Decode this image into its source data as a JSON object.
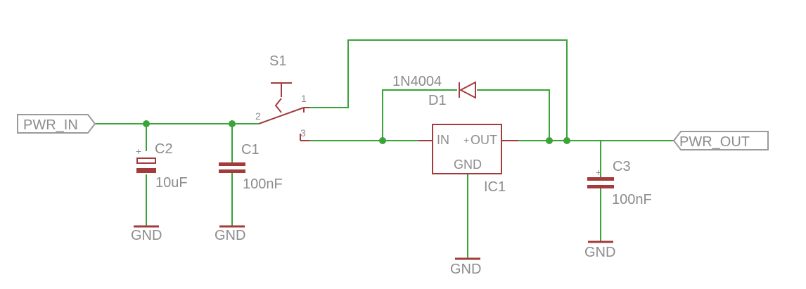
{
  "ports": {
    "in": "PWR_IN",
    "out": "PWR_OUT"
  },
  "switch": {
    "name": "S1",
    "pin1": "1",
    "pin2": "2",
    "pin3": "3"
  },
  "diode": {
    "value": "1N4004",
    "name": "D1"
  },
  "regulator": {
    "name": "IC1",
    "in": "IN",
    "out": "OUT",
    "gnd": "GND",
    "plus": "+"
  },
  "c1": {
    "name": "C1",
    "value": "100nF"
  },
  "c2": {
    "name": "C2",
    "value": "10uF",
    "plus": "+"
  },
  "c3": {
    "name": "C3",
    "value": "100nF",
    "plus": "+"
  },
  "ground": "GND",
  "colors": {
    "wire": "#3aa339",
    "part": "#a33b3b",
    "text": "#8c8c8c"
  }
}
